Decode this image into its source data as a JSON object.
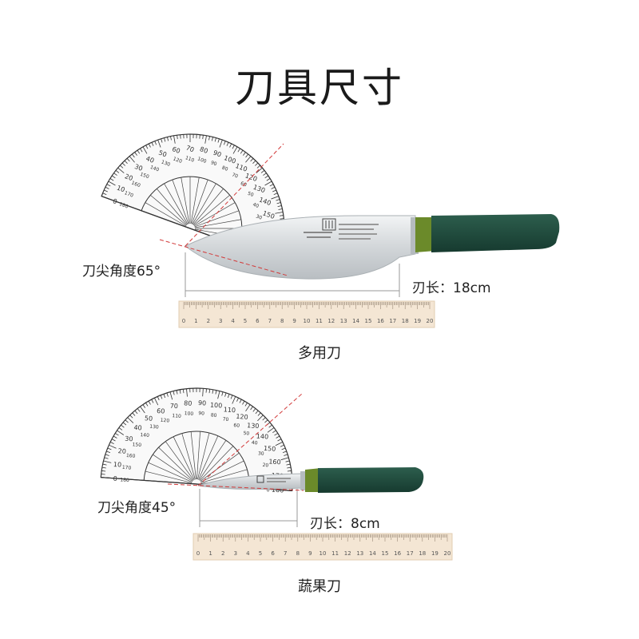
{
  "title": "刀具尺寸",
  "knives": [
    {
      "name": "多用刀",
      "tip_angle_label": "刀尖角度65°",
      "blade_length_label": "刃长：18cm"
    },
    {
      "name": "蔬果刀",
      "tip_angle_label": "刀尖角度45°",
      "blade_length_label": "刃长：8cm"
    }
  ],
  "ruler_numbers": [
    "0",
    "1",
    "2",
    "3",
    "4",
    "5",
    "6",
    "7",
    "8",
    "9",
    "10",
    "11",
    "12",
    "13",
    "14",
    "15",
    "16",
    "17",
    "18",
    "19",
    "20"
  ],
  "colors": {
    "handle": "#1f4a3c",
    "handle_accent": "#6b8a2a",
    "blade": "#d9dcde",
    "ruler": "#f4e6d4",
    "guide_line": "#d23a3a"
  },
  "icons": [
    "protractor-icon",
    "ruler-icon",
    "knife-icon",
    "brand-logo-icon"
  ]
}
